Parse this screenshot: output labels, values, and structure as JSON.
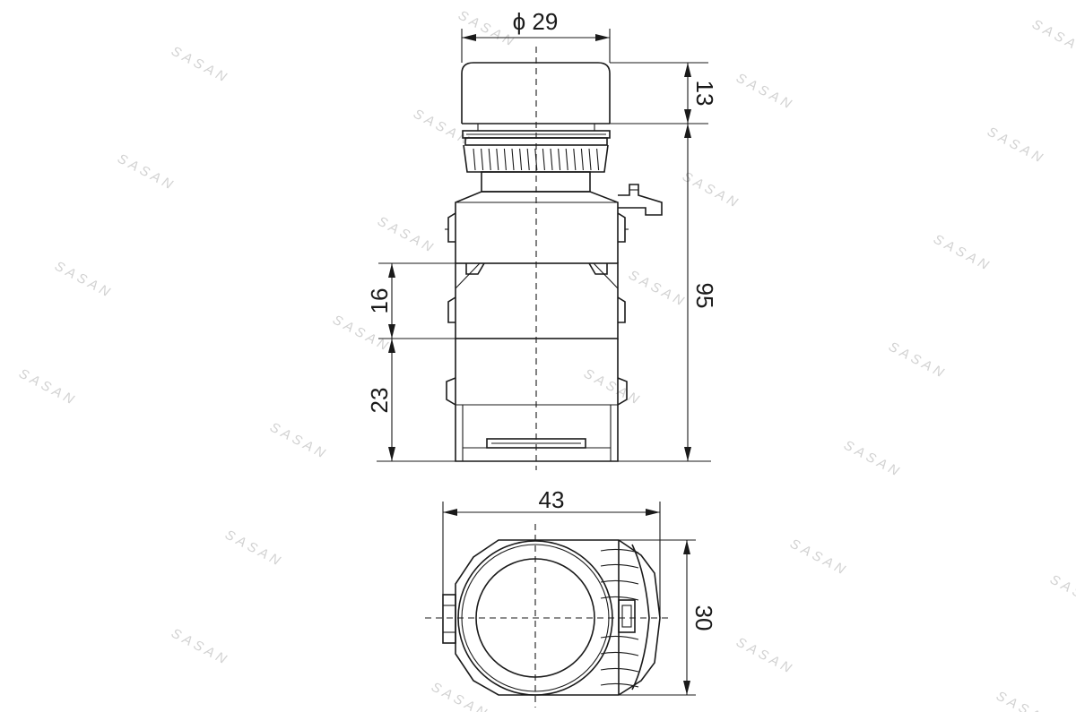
{
  "watermark": {
    "text": "SASAN"
  },
  "dimensions": {
    "diameter": "ϕ 29",
    "cap_height": "13",
    "total_height": "95",
    "block_upper": "16",
    "block_lower": "23",
    "width": "43",
    "depth": "30"
  }
}
